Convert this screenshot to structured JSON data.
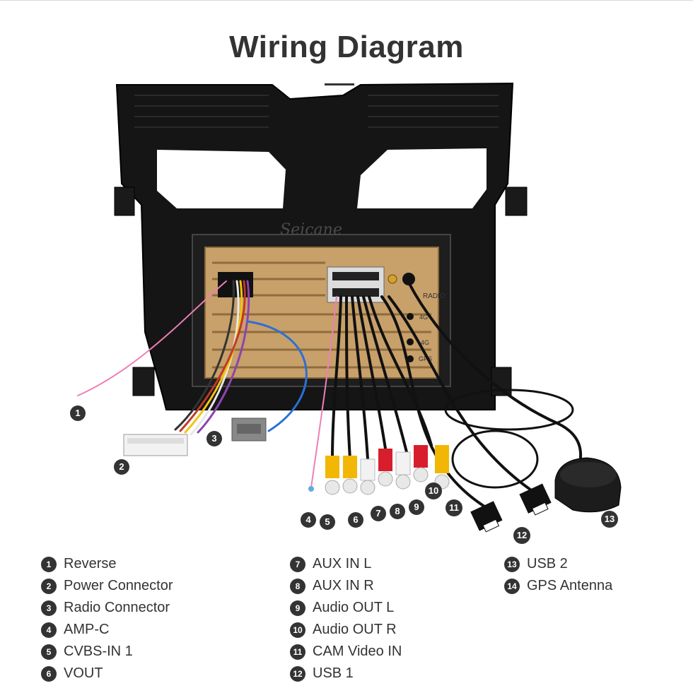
{
  "title": "Wiring Diagram",
  "watermark": "Seicane",
  "unit_labels": {
    "radio": "RADIO",
    "fourg_plus": "4G+",
    "fourg": "4G",
    "gps": "GPS"
  },
  "callouts": [
    "1",
    "2",
    "3",
    "4",
    "5",
    "6",
    "7",
    "8",
    "9",
    "10",
    "11",
    "12",
    "13"
  ],
  "legend": {
    "columns": [
      [
        {
          "num": "1",
          "label": "Reverse"
        },
        {
          "num": "2",
          "label": "Power Connector"
        },
        {
          "num": "3",
          "label": "Radio Connector"
        },
        {
          "num": "4",
          "label": "AMP-C"
        },
        {
          "num": "5",
          "label": "CVBS-IN 1"
        },
        {
          "num": "6",
          "label": "VOUT"
        }
      ],
      [
        {
          "num": "7",
          "label": "AUX IN L"
        },
        {
          "num": "8",
          "label": "AUX IN R"
        },
        {
          "num": "9",
          "label": "Audio OUT L"
        },
        {
          "num": "10",
          "label": "Audio OUT R"
        },
        {
          "num": "11",
          "label": "CAM Video IN"
        },
        {
          "num": "12",
          "label": "USB 1"
        }
      ],
      [
        {
          "num": "13",
          "label": "USB 2"
        },
        {
          "num": "14",
          "label": "GPS Antenna"
        }
      ]
    ]
  },
  "colors": {
    "text": "#333333",
    "frame": "#141414",
    "chassis": "#c8a06a",
    "rca_red": "#d81e2c",
    "rca_white": "#f2f2f2",
    "rca_yellow": "#f2b705",
    "wire_pink": "#ef7fb6",
    "wire_blue": "#2b6fd6"
  }
}
